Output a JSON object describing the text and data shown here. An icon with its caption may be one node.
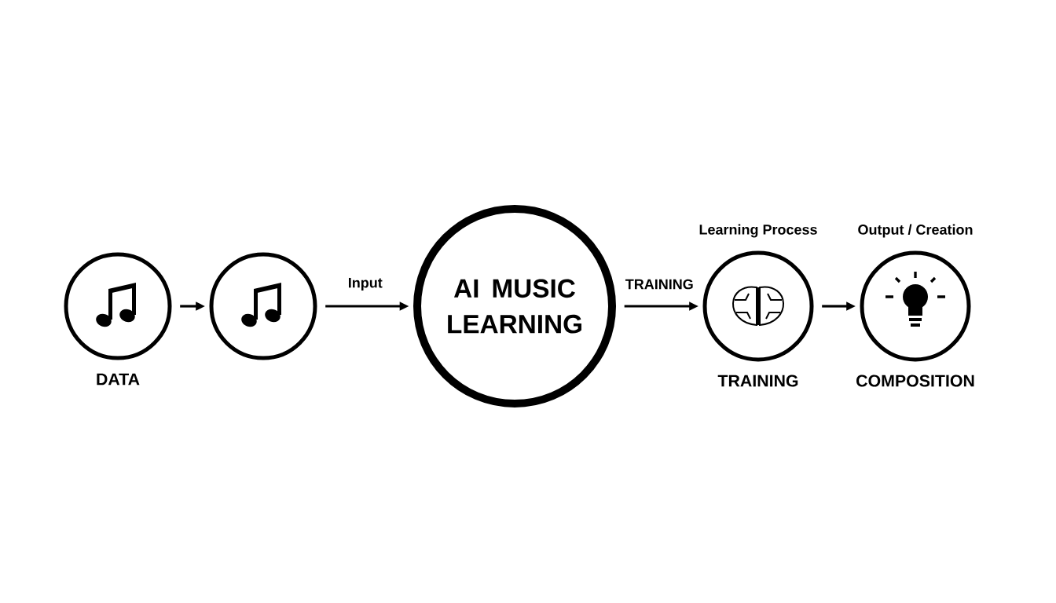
{
  "diagram": {
    "nodes": [
      {
        "text": [],
        "shape": "circle",
        "beside": [
          "DATA"
        ]
      },
      {
        "text": [],
        "shape": "circle"
      },
      {
        "text": [
          "AI MUSIC LEARNING"
        ]
      },
      {
        "text": [
          "Learning Process"
        ],
        "beside": [
          "TRAINING"
        ]
      },
      {
        "text": [
          "Output / Creation"
        ],
        "beside": [
          "COMPOSITION"
        ]
      }
    ],
    "edges": [
      {
        "from": 0,
        "to": 1,
        "arrow": "to"
      },
      {
        "from": 1,
        "to": 2,
        "arrow": "to",
        "label": "Input"
      },
      {
        "from": 2,
        "to": 3,
        "arrow": "to",
        "label": "TRAINING"
      },
      {
        "from": 3,
        "to": 4,
        "arrow": "to"
      }
    ]
  }
}
